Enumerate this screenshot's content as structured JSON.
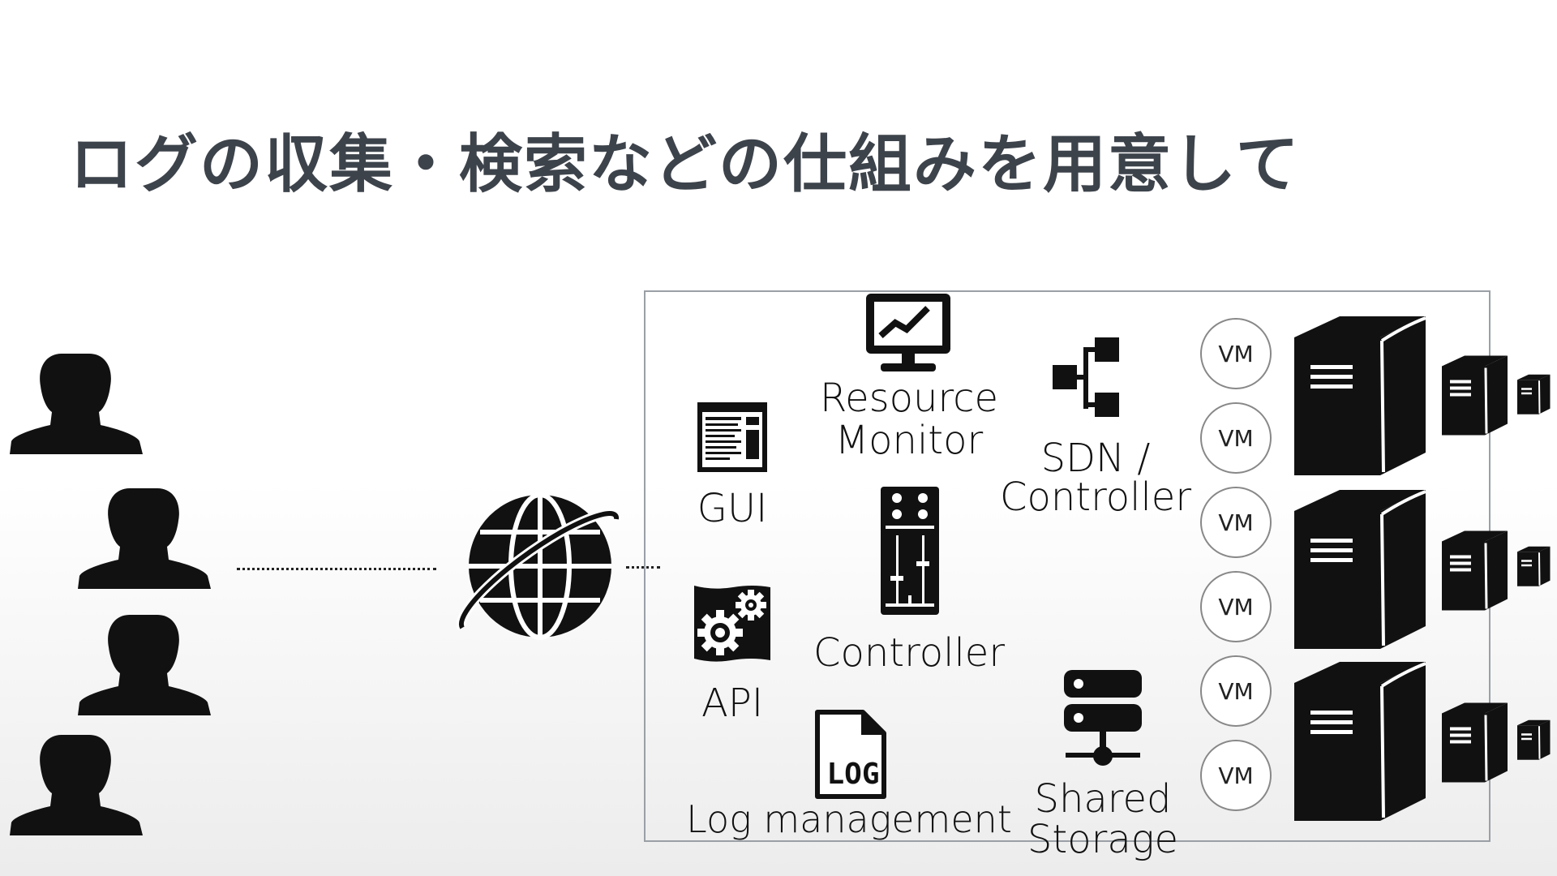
{
  "slide": {
    "title": "ログの収集・検索などの仕組みを用意して"
  },
  "diagram": {
    "gui_label": "GUI",
    "api_label": "API",
    "resource_monitor_label_line1": "Resource",
    "resource_monitor_label_line2": "Monitor",
    "controller_label": "Controller",
    "log_management_label": "Log management",
    "log_icon_text": "LOG",
    "sdn_label_line1": "SDN /",
    "sdn_label_line2": "Controller",
    "shared_storage_label_line1": "Shared",
    "shared_storage_label_line2": "Storage",
    "vm_labels": [
      "VM",
      "VM",
      "VM",
      "VM",
      "VM",
      "VM"
    ]
  }
}
